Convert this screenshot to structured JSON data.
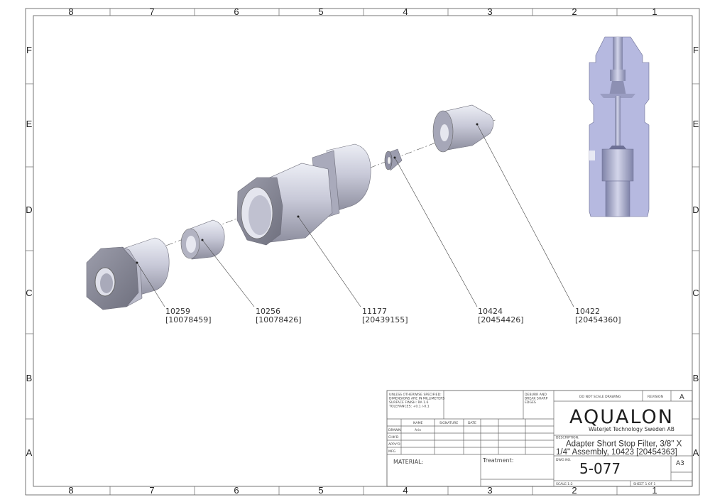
{
  "zones": {
    "columns": [
      "8",
      "7",
      "6",
      "5",
      "4",
      "3",
      "2",
      "1"
    ],
    "rows": [
      "F",
      "E",
      "D",
      "C",
      "B",
      "A"
    ]
  },
  "balloons": [
    {
      "part": "10259",
      "ref": "[10078459]"
    },
    {
      "part": "10256",
      "ref": "[10078426]"
    },
    {
      "part": "11177",
      "ref": "[20439155]"
    },
    {
      "part": "10424",
      "ref": "[20454426]"
    },
    {
      "part": "10422",
      "ref": "[20454360]"
    }
  ],
  "title_block": {
    "notes": [
      "UNLESS OTHERWISE SPECIFIED:",
      "DIMENSIONS ARE IN MILLIMETERS",
      "SURFACE FINISH: RA 1.6",
      "TOLERANCES: +0.1 /-0.1"
    ],
    "deburr": [
      "DEBURR AND",
      "BREAK SHARP",
      "EDGES"
    ],
    "headers": {
      "name": "NAME",
      "signature": "SIGNATURE",
      "date": "DATE"
    },
    "roles": [
      "DRAWN",
      "CHK'D",
      "APPV'D",
      "MFG"
    ],
    "drawn_by": "Arin",
    "material_label": "MATERIAL:",
    "treatment_label": "Treatment:",
    "do_not_scale": "DO NOT SCALE DRAWING",
    "revision_label": "REVISION",
    "revision": "A",
    "company_logo": "AQUALON",
    "company_sub": "Waterjet Technology Sweden AB",
    "description_label": "DESCRIPTION:",
    "description_line1": "Adapter Short Stop Filter, 3/8\" X",
    "description_line2": "1/4\" Assembly, 10423 [20454363]",
    "dwg_no_label": "DWG NO.",
    "dwg_no": "5-077",
    "size": "A3",
    "scale": "SCALE:1:2",
    "sheet": "SHEET 1 OF 1"
  },
  "colors": {
    "part_fill": "#c9cad9",
    "section_fill": "#b4b7e0",
    "logo_q": "#2f8fd0"
  }
}
